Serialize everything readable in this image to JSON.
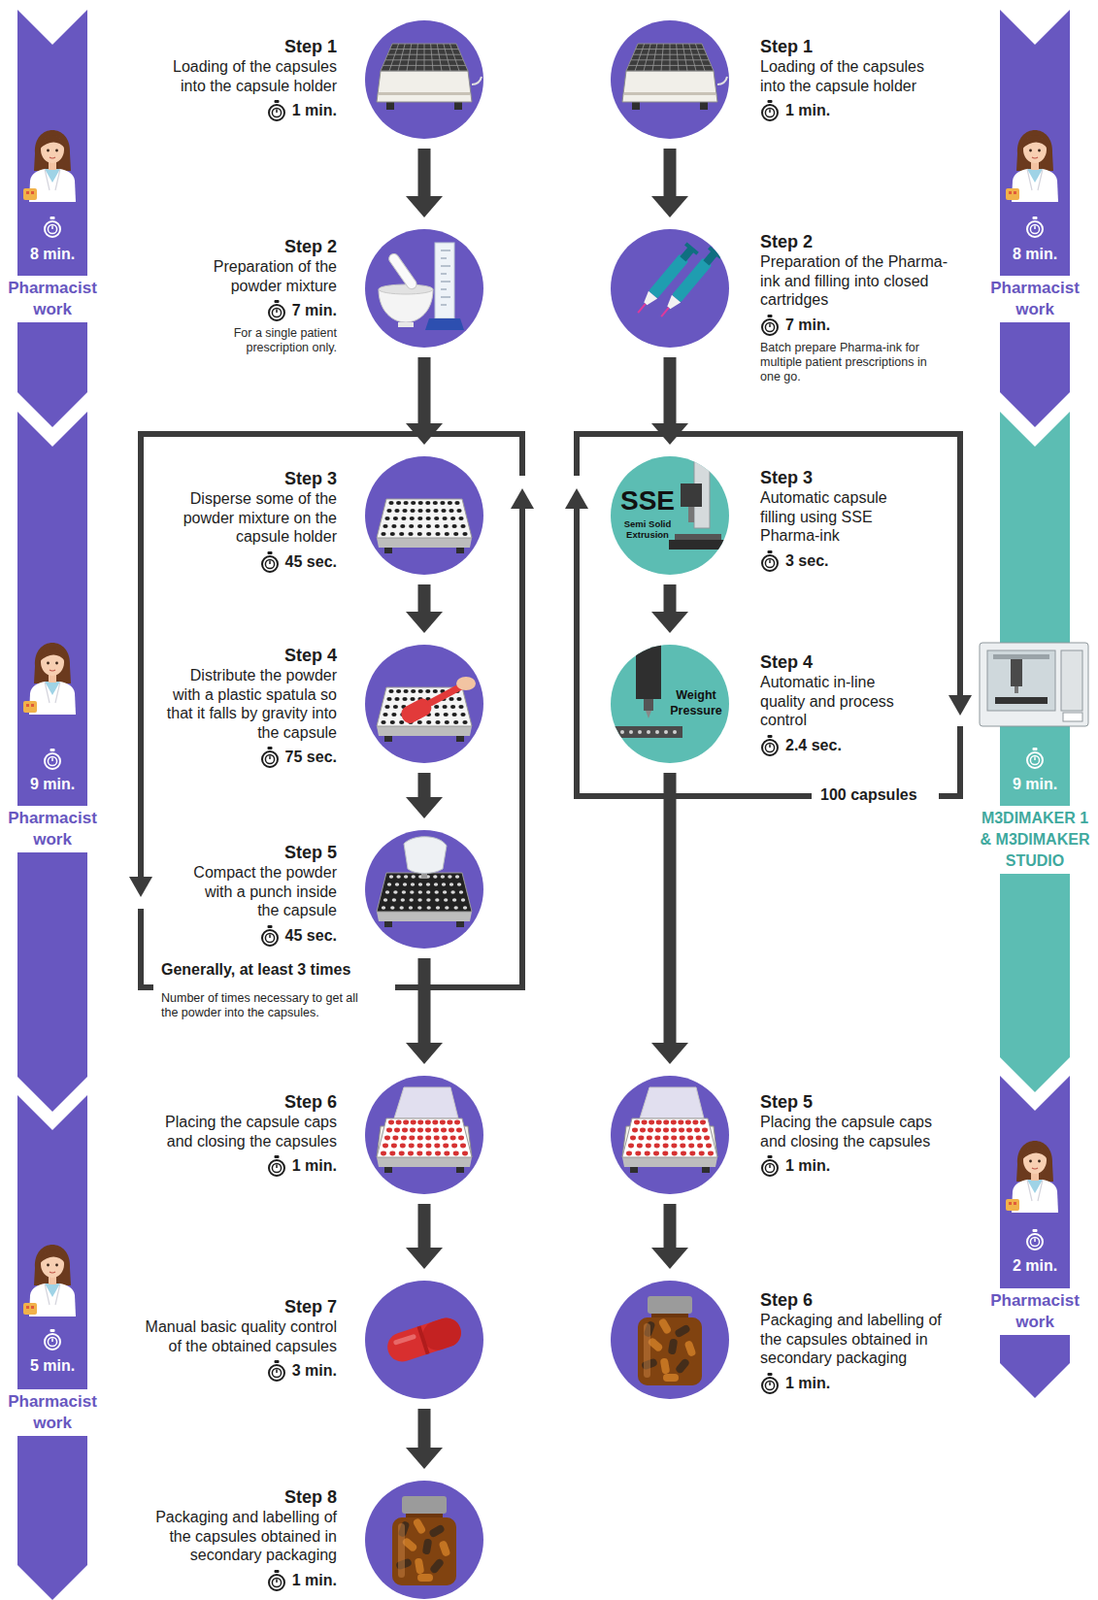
{
  "diagram": {
    "nodes": [
      {
        "text": [
          "8 min.",
          "Pharmacist work"
        ]
      },
      {
        "text": [
          "Step 1",
          "Loading of the capsules into the capsule holder",
          "1 min."
        ]
      },
      {
        "text": [
          "Step 1",
          "Loading of the capsules into the capsule holder",
          "1 min."
        ]
      },
      {
        "text": [
          "8 min.",
          "Pharmacist work"
        ]
      },
      {
        "text": [
          "Step 2",
          "Preparation of the powder mixture",
          "7 min.",
          "For a single patient prescription only."
        ]
      },
      {
        "text": [
          "Step 2",
          "Preparation of the Pharma-ink and filling into closed cartridges",
          "7 min.",
          "Batch prepare Pharma-ink for multiple patient prescriptions in one go."
        ]
      },
      {
        "text": [
          "9 min.",
          "Pharmacist work"
        ]
      },
      {
        "text": [
          "Step 3",
          "Disperse some of the powder mixture on the capsule holder",
          "45 sec."
        ]
      },
      {
        "text": [
          "SSE",
          "Semi Solid Extrusion",
          "Step 3",
          "Automatic capsule filling using SSE Pharma-ink",
          "3 sec."
        ]
      },
      {
        "text": [
          "9 min.",
          "M3DIMAKER 1 & M3DIMAKER STUDIO"
        ]
      },
      {
        "text": [
          "Step 4",
          "Distribute the powder with a plastic spatula so that it falls by gravity into the capsule",
          "75 sec."
        ]
      },
      {
        "text": [
          "Weight Pressure",
          "Step 4",
          "Automatic in-line quality and process control",
          "2.4 sec."
        ]
      },
      {
        "text": [
          "Step 5",
          "Compact the powder with a punch inside the capsule",
          "45 sec."
        ]
      },
      {
        "text": [
          "Step 6",
          "Placing the capsule caps and closing the capsules",
          "1 min."
        ]
      },
      {
        "text": [
          "Step 5",
          "Placing the capsule caps and closing the capsules",
          "1 min."
        ]
      },
      {
        "text": [
          "5 min.",
          "Pharmacist work"
        ]
      },
      {
        "text": [
          "2 min.",
          "Pharmacist work"
        ]
      },
      {
        "text": [
          "Step 7",
          "Manual basic quality control of the obtained capsules",
          "3 min."
        ]
      },
      {
        "text": [
          "Step 6",
          "Packaging and labelling of the capsules obtained in secondary packaging",
          "1 min."
        ]
      },
      {
        "text": [
          "Step 8",
          "Packaging and labelling of the capsules obtained in secondary packaging",
          "1 min."
        ]
      }
    ],
    "edges": [
      {
        "from": 1,
        "to": 4,
        "arrow": "to"
      },
      {
        "from": 4,
        "to": 7,
        "arrow": "to"
      },
      {
        "from": 7,
        "to": 10,
        "arrow": "to"
      },
      {
        "from": 10,
        "to": 12,
        "arrow": "to"
      },
      {
        "from": 12,
        "to": 13,
        "arrow": "to"
      },
      {
        "from": 13,
        "to": 17,
        "arrow": "to"
      },
      {
        "from": 17,
        "to": 19,
        "arrow": "to"
      },
      {
        "from": 2,
        "to": 5,
        "arrow": "to"
      },
      {
        "from": 5,
        "to": 8,
        "arrow": "to"
      },
      {
        "from": 8,
        "to": 11,
        "arrow": "to"
      },
      {
        "from": 11,
        "to": 14,
        "arrow": "to"
      },
      {
        "from": 14,
        "to": 18,
        "arrow": "to"
      }
    ],
    "labels": [
      "Generally, at least 3 times",
      "Number of times necessary to get all the powder into the capsules.",
      "100 capsules"
    ]
  }
}
